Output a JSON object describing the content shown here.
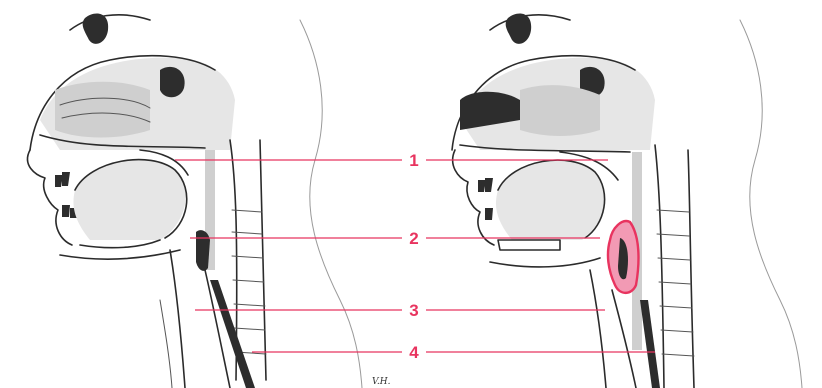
{
  "callouts": [
    {
      "number": "1",
      "target": "nasopharynx"
    },
    {
      "number": "2",
      "target": "oropharynx"
    },
    {
      "number": "3",
      "target": "larynx"
    },
    {
      "number": "4",
      "target": "esophagus"
    }
  ],
  "signature": "V.H.",
  "colors": {
    "accent": "#e8345f",
    "ink": "#2b2b2b",
    "highlight_fill": "#f29ab4",
    "background": "#ffffff"
  }
}
